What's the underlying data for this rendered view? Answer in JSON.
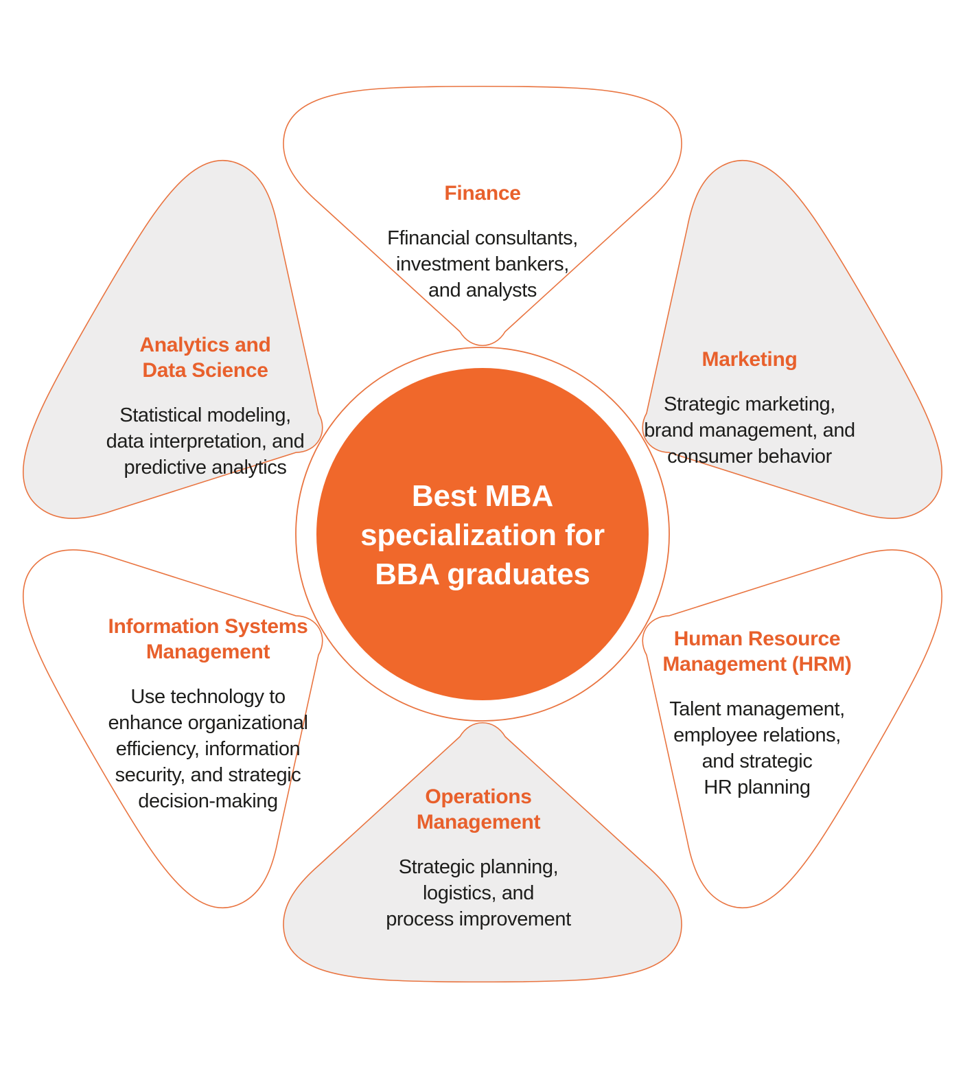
{
  "center": {
    "title": "Best MBA\nspecialization for\nBBA graduates"
  },
  "petals": [
    {
      "id": "finance",
      "title": "Finance",
      "body": "Ffinancial consultants,\ninvestment bankers,\nand analysts"
    },
    {
      "id": "marketing",
      "title": "Marketing",
      "body": "Strategic marketing,\nbrand management, and\nconsumer behavior"
    },
    {
      "id": "hrm",
      "title": "Human Resource\nManagement (HRM)",
      "body": "Talent management,\nemployee relations,\nand strategic\nHR planning"
    },
    {
      "id": "operations",
      "title": "Operations\nManagement",
      "body": "Strategic planning,\nlogistics, and\nprocess improvement"
    },
    {
      "id": "ism",
      "title": "Information Systems\nManagement",
      "body": "Use technology to\nenhance organizational\nefficiency, information\nsecurity, and strategic\ndecision-making"
    },
    {
      "id": "analytics",
      "title": "Analytics and\nData Science",
      "body": "Statistical modeling,\ndata interpretation, and\npredictive analytics"
    }
  ],
  "colors": {
    "disc_orange": "#F0682B",
    "title_orange": "#E8602C",
    "petal_white": "#FFFFFF",
    "petal_gray": "#EEEDED",
    "border_salmon": "#E97440",
    "body_text": "#1D1D1B",
    "center_text": "#FFFFFF"
  }
}
